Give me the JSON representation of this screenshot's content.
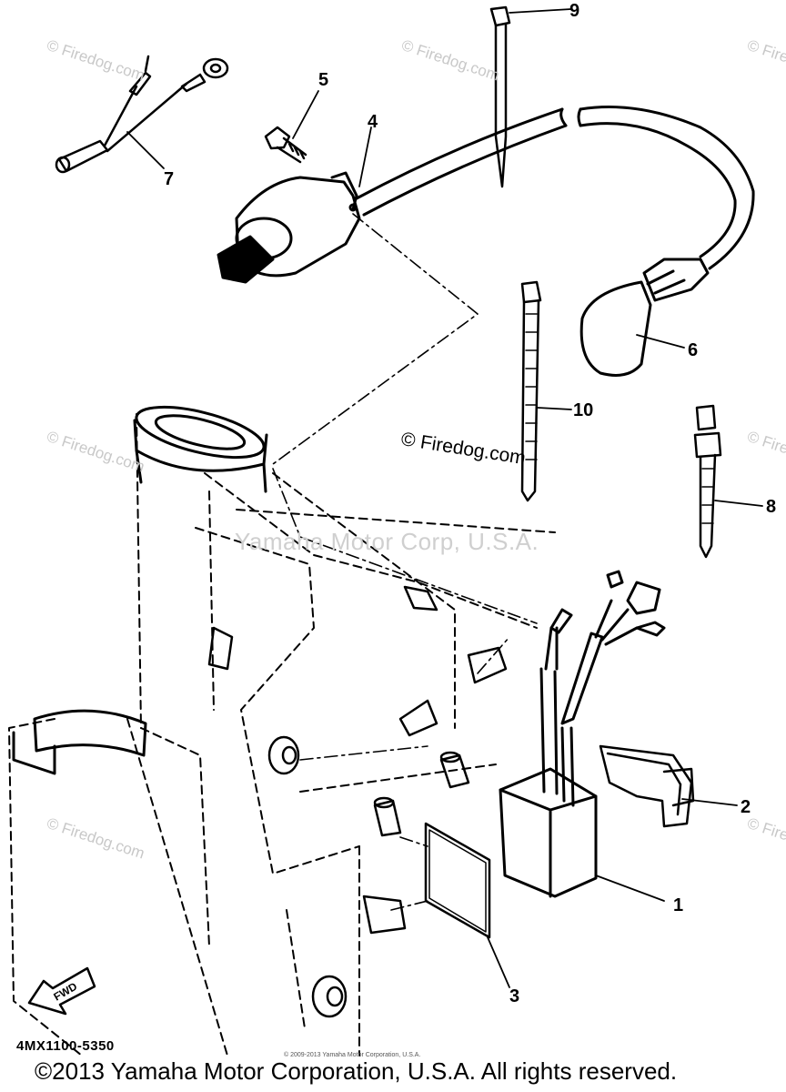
{
  "callouts": {
    "c1": "1",
    "c2": "2",
    "c3": "3",
    "c4": "4",
    "c5": "5",
    "c6": "6",
    "c7": "7",
    "c8": "8",
    "c9": "9",
    "c10": "10"
  },
  "watermarks": {
    "firedog": "© Firedog.com",
    "center_firedog": "© Firedog.com",
    "yamaha": "Yamaha Motor Corp, U.S.A."
  },
  "part_code": "4MX1100-5350",
  "fwd_label": "FWD",
  "fine_print": "© 2009-2013 Yamaha Motor Corporation, U.S.A.",
  "copyright": "©2013 Yamaha Motor Corporation, U.S.A. All rights reserved."
}
